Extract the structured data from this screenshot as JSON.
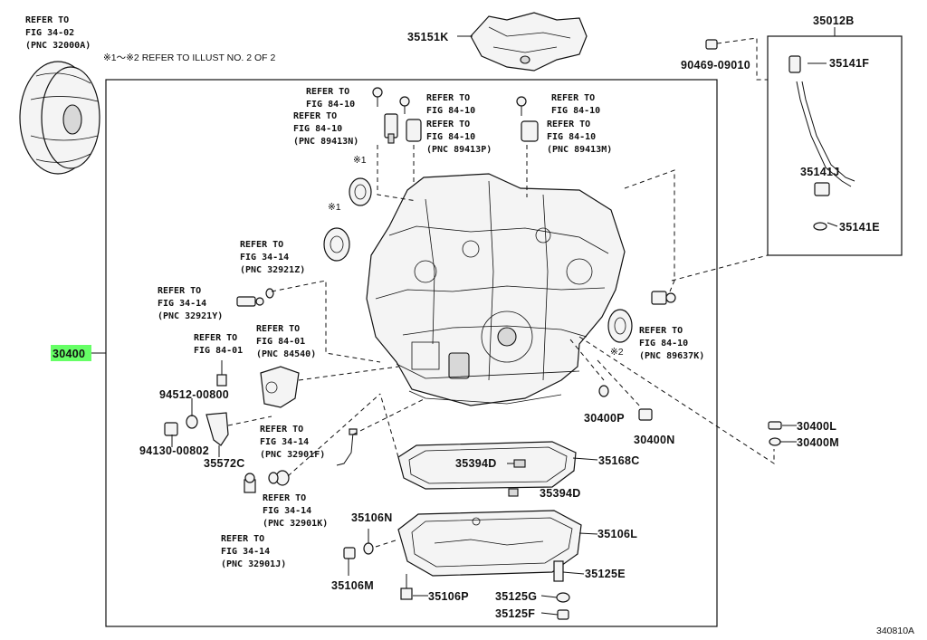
{
  "diagram_id": "340810A",
  "note": "※1～※2 REFER TO ILLUST NO. 2 OF 2",
  "marks": {
    "m1": "※1",
    "m2": "※2"
  },
  "refs": {
    "r1": [
      "REFER TO",
      "FIG 34-02",
      "(PNC 32000A)"
    ],
    "r2": [
      "REFER TO",
      "FIG 84-10"
    ],
    "r3": [
      "REFER TO",
      "FIG 84-10",
      "(PNC 89413N)"
    ],
    "r4": [
      "REFER TO",
      "FIG 84-10"
    ],
    "r5": [
      "REFER TO",
      "FIG 84-10",
      "(PNC 89413P)"
    ],
    "r6": [
      "REFER TO",
      "FIG 84-10"
    ],
    "r7": [
      "REFER TO",
      "FIG 84-10",
      "(PNC 89413M)"
    ],
    "r8": [
      "REFER TO",
      "FIG 34-14",
      "(PNC 32921Z)"
    ],
    "r9": [
      "REFER TO",
      "FIG 34-14",
      "(PNC 32921Y)"
    ],
    "r10": [
      "REFER TO",
      "FIG 84-01",
      "(PNC 84540)"
    ],
    "r11": [
      "REFER TO",
      "FIG 84-01"
    ],
    "r12": [
      "REFER TO",
      "FIG 84-10",
      "(PNC 89637K)"
    ],
    "r13": [
      "REFER TO",
      "FIG 34-14",
      "(PNC 32901F)"
    ],
    "r14": [
      "REFER TO",
      "FIG 34-14",
      "(PNC 32901K)"
    ],
    "r15": [
      "REFER TO",
      "FIG 34-14",
      "(PNC 32901J)"
    ]
  },
  "parts": {
    "p35151K": "35151K",
    "p35012B": "35012B",
    "p90469": "90469-09010",
    "p35141F": "35141F",
    "p35141J": "35141J",
    "p35141E": "35141E",
    "p30400": "30400",
    "p94512": "94512-00800",
    "p94130": "94130-00802",
    "p35572C": "35572C",
    "p30400P": "30400P",
    "p30400N": "30400N",
    "p30400L": "30400L",
    "p30400M": "30400M",
    "p35394D_a": "35394D",
    "p35168C": "35168C",
    "p35394D_b": "35394D",
    "p35106N": "35106N",
    "p35106L": "35106L",
    "p35106M": "35106M",
    "p35125E": "35125E",
    "p35106P": "35106P",
    "p35125G": "35125G",
    "p35125F": "35125F"
  },
  "colors": {
    "highlight": "#66ff66",
    "line": "#111111"
  }
}
